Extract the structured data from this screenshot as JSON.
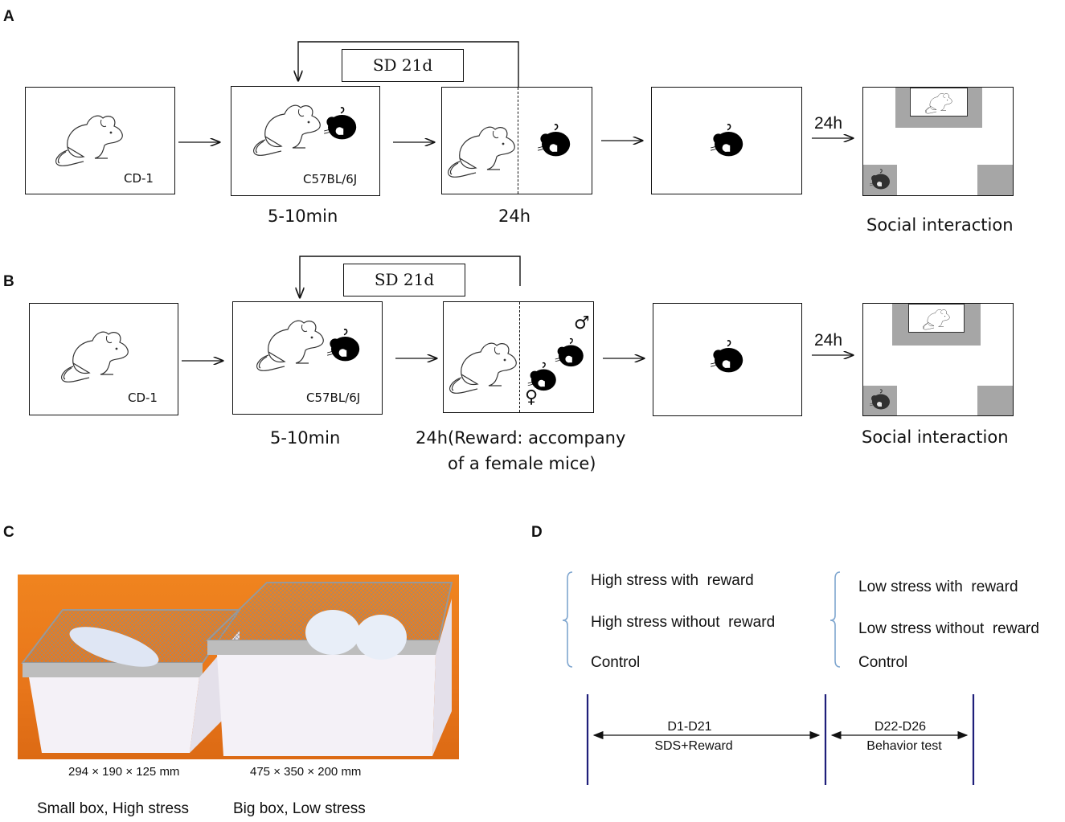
{
  "panels": {
    "a": {
      "letter": "A"
    },
    "b": {
      "letter": "B"
    },
    "c": {
      "letter": "C"
    },
    "d": {
      "letter": "D"
    }
  },
  "panel_a": {
    "sd_label": "SD 21d",
    "cd1_label": "CD-1",
    "c57_label": "C57BL/6J",
    "time_1": "5-10min",
    "time_2": "24h",
    "time_arrow": "24h",
    "social_label": "Social interaction"
  },
  "panel_b": {
    "sd_label": "SD 21d",
    "cd1_label": "CD-1",
    "c57_label": "C57BL/6J",
    "time_1": "5-10min",
    "time_2_line1": "24h(Reward: accompany",
    "time_2_line2": "of a female mice)",
    "time_arrow": "24h",
    "social_label": "Social interaction",
    "male_symbol": "♂",
    "female_symbol": "♀"
  },
  "panel_c": {
    "small_dims": "294 × 190 × 125 mm",
    "big_dims": "475 × 350 × 200 mm",
    "small_caption": "Small box, High stress",
    "big_caption": "Big box, Low stress"
  },
  "panel_d": {
    "groups_left": [
      "High stress with  reward",
      "High stress without  reward",
      "Control"
    ],
    "groups_right": [
      "Low stress with  reward",
      "Low stress without  reward",
      "Control"
    ],
    "period_1_range": "D1-D21",
    "period_1_label": "SDS+Reward",
    "period_2_range": "D22-D26",
    "period_2_label": "Behavior test"
  },
  "colors": {
    "background": "#ffffff",
    "ink": "#111111",
    "gray_block": "#a6a6a6",
    "bracket_blue": "#7fa6cf",
    "timeline_navy": "#1f1f7a",
    "photo_orange": "#e8761a"
  },
  "icons": {
    "white_mouse": "outline-mouse-icon",
    "black_mouse": "black-mouse-icon",
    "cage": "cage-photo"
  }
}
